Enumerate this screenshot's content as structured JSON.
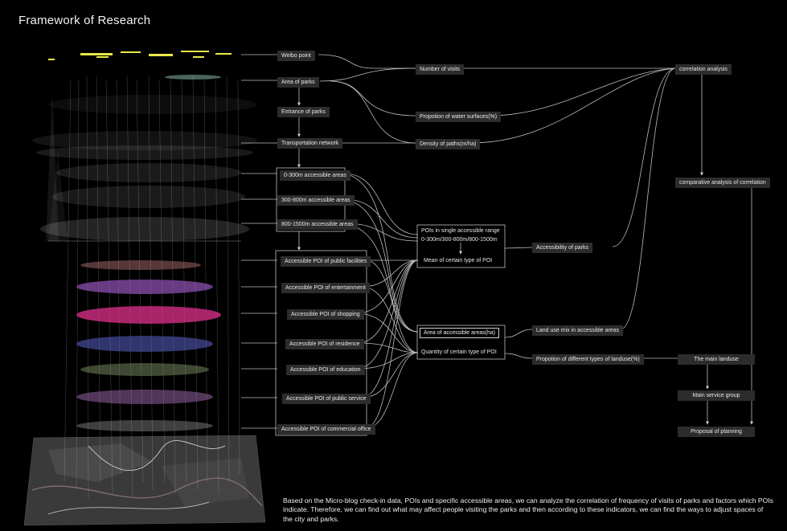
{
  "title": "Framework of Research",
  "nodes": {
    "weibo": "Weibo point",
    "parks_area": "Area of parks",
    "entrance": "Entrance of parks",
    "transport": "Transportation network",
    "acc_0_300": "0-300m accessible areas",
    "acc_300_800": "300-800m accessible areas",
    "acc_800_1500": "800-1500m accessible areas",
    "poi_public_facilities": "Accessible POI of public facilities",
    "poi_entertainment": "Accessible POI of entertainment",
    "poi_shopping": "Accessible POI of shopping",
    "poi_residence": "Accessible POI of residence",
    "poi_education": "Accessible POI of education",
    "poi_public_service": "Accessible POI of public service",
    "poi_commercial": "Accessible POI of commercial office",
    "visits": "Number of visits",
    "water": "Propotion of water surfaces(%)",
    "paths": "Density of paths(m/ha)",
    "pois_single_line1": "POIs in single accessible range",
    "pois_single_line2": "0-300m/300-800m/800-1500m",
    "mean_poi": "Mean of certain type of POI",
    "accessibility": "Accessibility of parks",
    "area_accessible": "Area of accessible areas(ha)",
    "quantity_poi": "Quantity of certain type of POI",
    "landuse_mix": "Land use mix in accessible areas",
    "landuse_prop": "Propotion of different types of landuse(%)",
    "correlation": "correlation analysis",
    "comparative": "comparative analysis of correlation",
    "main_landuse": "The main landuse",
    "main_service": "Main service group",
    "proposal": "Proposal of planning"
  },
  "description": "Based on the Micro-blog check-in data, POIs and specific accessible areas, we can analyze the correlation of frequency of visits of parks and factors which POIs indicate. Therefore, we can find out what may affect people visiting the parks and then according to these indicators, we can find the ways to adjust spaces of the city and parks.",
  "colors": {
    "background": "#000000",
    "node_fill": "#2c2c2c",
    "line": "#bdbdbd",
    "layer_weibo": "#e8e84a",
    "layer_public_facilities": "#c07a7a",
    "layer_entertainment": "#a05ac8",
    "layer_shopping": "#e0328c",
    "layer_residence": "#5a64c8",
    "layer_education": "#8ca06e",
    "layer_public_service": "#b478c8",
    "layer_commercial": "#b4b4b4"
  }
}
